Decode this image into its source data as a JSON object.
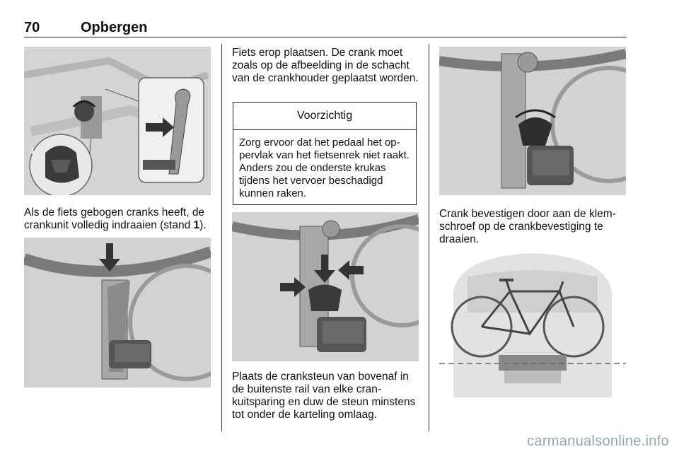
{
  "header": {
    "page_number": "70",
    "chapter_title": "Opbergen"
  },
  "column1": {
    "text1_before": "Als de fiets gebogen cranks heeft, de crankunit volledig indraaien (stand ",
    "text1_bold": "1",
    "text1_after": ").",
    "fig1_callout": "1"
  },
  "column2": {
    "text_top": "Fiets erop plaatsen. De crank moet zoals op de afbeelding in de schacht van de crankhouder geplaatst wor­den.",
    "caution": {
      "title": "Voorzichtig",
      "body": "Zorg ervoor dat het pedaal het op­pervlak van het fietsenrek niet raakt. Anders zou de onderste kru­kas tijdens het vervoer bescha­digd kunnen raken."
    },
    "text_bottom": "Plaats de cranksteun van bovenaf in de buitenste rail van elke cran­kuitsparing en duw de steun minstens tot onder de karteling omlaag."
  },
  "column3": {
    "text": "Crank bevestigen door aan de klem­schroef op de crankbevestiging te draaien."
  },
  "footer": {
    "site": "carmanualsonline.info"
  },
  "colors": {
    "figure_bg": "#d6d6d6",
    "arrow": "#333333",
    "rule": "#222222"
  }
}
